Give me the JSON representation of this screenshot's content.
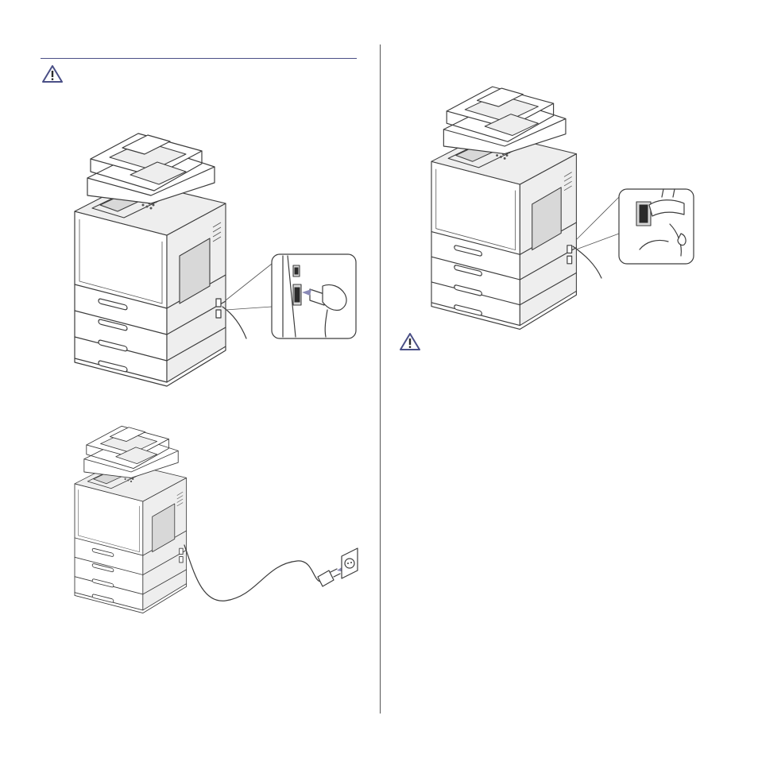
{
  "page": {
    "background": "#ffffff",
    "rule_color": "#4a4f86",
    "warning_icon_color": "#4a4f86",
    "icons": [
      "warning-triangle-icon",
      "printer-illustration",
      "power-outlet-illustration",
      "power-switch-illustration"
    ]
  }
}
